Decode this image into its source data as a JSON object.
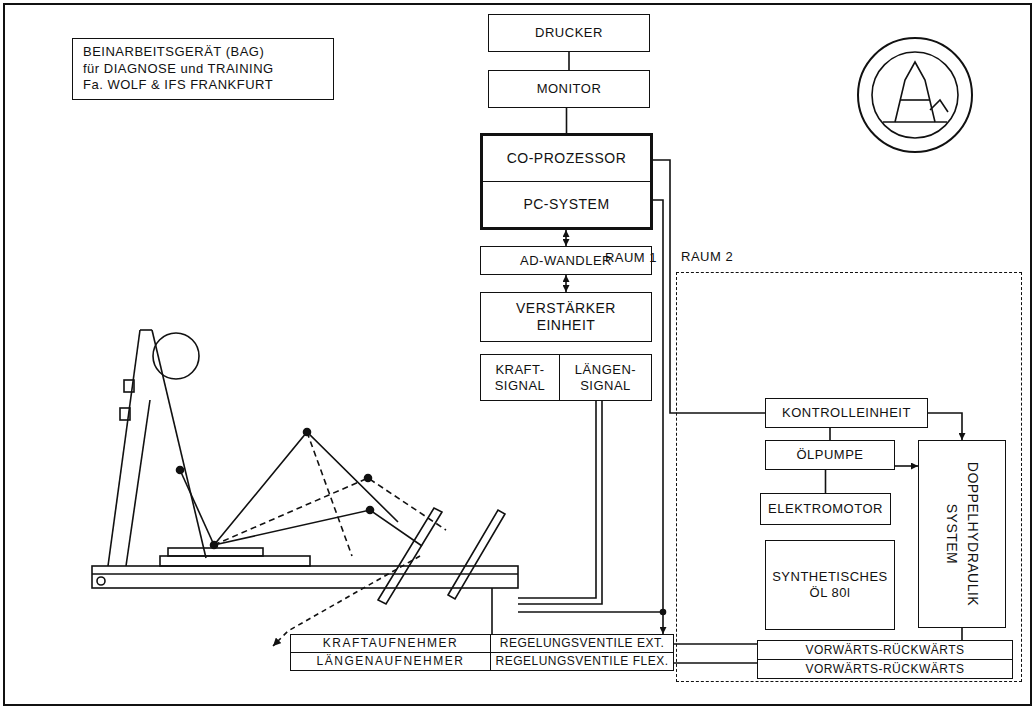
{
  "diagram": {
    "nodes": [
      {
        "text": [
          "BEINARBEITSGERÄT (BAG)",
          "für DIAGNOSE und TRAINING",
          "Fa. WOLF & IFS FRANKFURT"
        ]
      },
      {
        "text": [
          "DRUCKER"
        ]
      },
      {
        "text": [
          "MONITOR"
        ]
      },
      {
        "text": [
          "CO-PROZESSOR",
          "PC-SYSTEM"
        ]
      },
      {
        "text": [
          "AD-WANDLER"
        ]
      },
      {
        "text": [
          "VERSTÄRKER EINHEIT"
        ]
      },
      {
        "text": [
          "KRAFT- SIGNAL"
        ]
      },
      {
        "text": [
          "LÄNGEN- SIGNAL"
        ]
      },
      {
        "text": [
          "RAUM 2"
        ]
      },
      {
        "text": [
          "KONTROLLEINHEIT"
        ],
        "in": 8
      },
      {
        "text": [
          "ÖLPUMPE"
        ],
        "in": 8
      },
      {
        "text": [
          "ELEKTROMOTOR"
        ],
        "in": 8
      },
      {
        "text": [
          "SYNTHETISCHES ÖL 80l"
        ],
        "in": 8
      },
      {
        "text": [
          "DOPPELHYDRAULIK SYSTEM"
        ],
        "in": 8
      },
      {
        "text": [
          "VORWÄRTS-RÜCKWÄRTS"
        ],
        "in": 8
      },
      {
        "text": [
          "VORWÄRTS-RÜCKWÄRTS"
        ],
        "in": 8
      },
      {
        "text": [
          "KRAFTAUFNEHMER"
        ]
      },
      {
        "text": [
          "LÄNGENAUFNEHMER"
        ]
      },
      {
        "text": [
          "REGELUNGSVENTILE EXT."
        ]
      },
      {
        "text": [
          "REGELUNGSVENTILE FLEX."
        ]
      }
    ],
    "edges": [
      {
        "from": 1,
        "to": 2,
        "arrow": "none"
      },
      {
        "from": 2,
        "to": 3,
        "arrow": "none"
      },
      {
        "from": 3,
        "to": 4,
        "arrow": "both"
      },
      {
        "from": 4,
        "to": 5,
        "arrow": "both"
      },
      {
        "from": 3,
        "to": 9,
        "arrow": "none"
      },
      {
        "from": 3,
        "to": 18,
        "arrow": "to"
      },
      {
        "from": 9,
        "to": 10,
        "arrow": "none"
      },
      {
        "from": 10,
        "to": 11,
        "arrow": "none"
      },
      {
        "from": 9,
        "to": 13,
        "arrow": "to"
      },
      {
        "from": 10,
        "to": 13,
        "arrow": "to"
      },
      {
        "from": 13,
        "to": 14,
        "arrow": "none"
      },
      {
        "from": 14,
        "to": 18,
        "arrow": "none"
      },
      {
        "from": 15,
        "to": 19,
        "arrow": "none"
      }
    ],
    "labels": [
      "RAUM 1"
    ]
  }
}
